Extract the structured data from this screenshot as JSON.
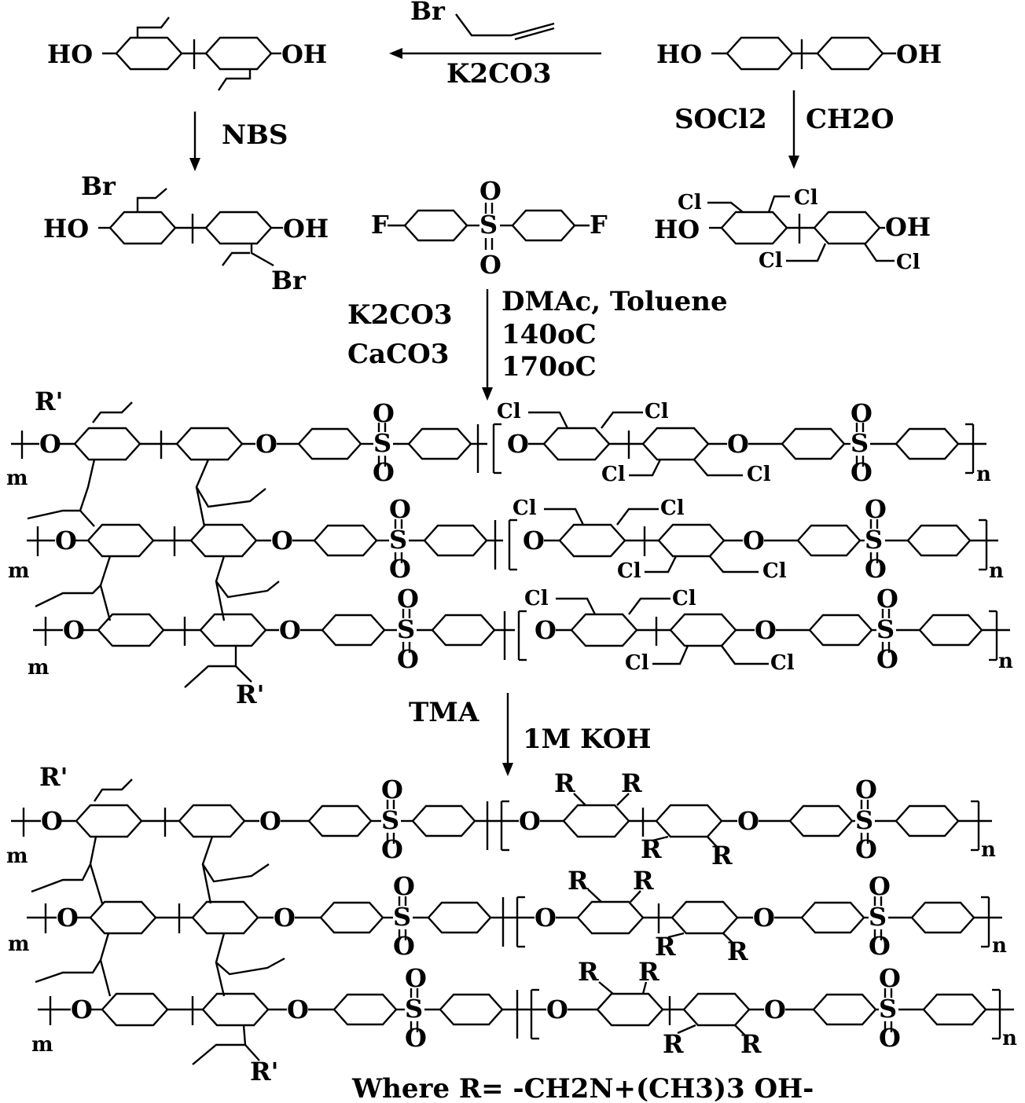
{
  "labels": {
    "HO": "HO",
    "OH": "OH",
    "Br": "Br",
    "F": "F",
    "Cl": "Cl",
    "O": "O",
    "S": "S",
    "R": "R",
    "Rp": "R'",
    "m": "m",
    "n": "n"
  },
  "conditions": {
    "k2co3_top": "K2CO3",
    "nbs": "NBS",
    "socl2": "SOCl2",
    "ch2o": "CH2O",
    "k2co3_mid": "K2CO3",
    "caco3": "CaCO3",
    "dmac": "DMAc, Toluene",
    "t140": "140oC",
    "t170": "170oC",
    "tma": "TMA",
    "koh": "1M KOH",
    "where": "Where R= -CH2N+(CH3)3 OH-"
  }
}
